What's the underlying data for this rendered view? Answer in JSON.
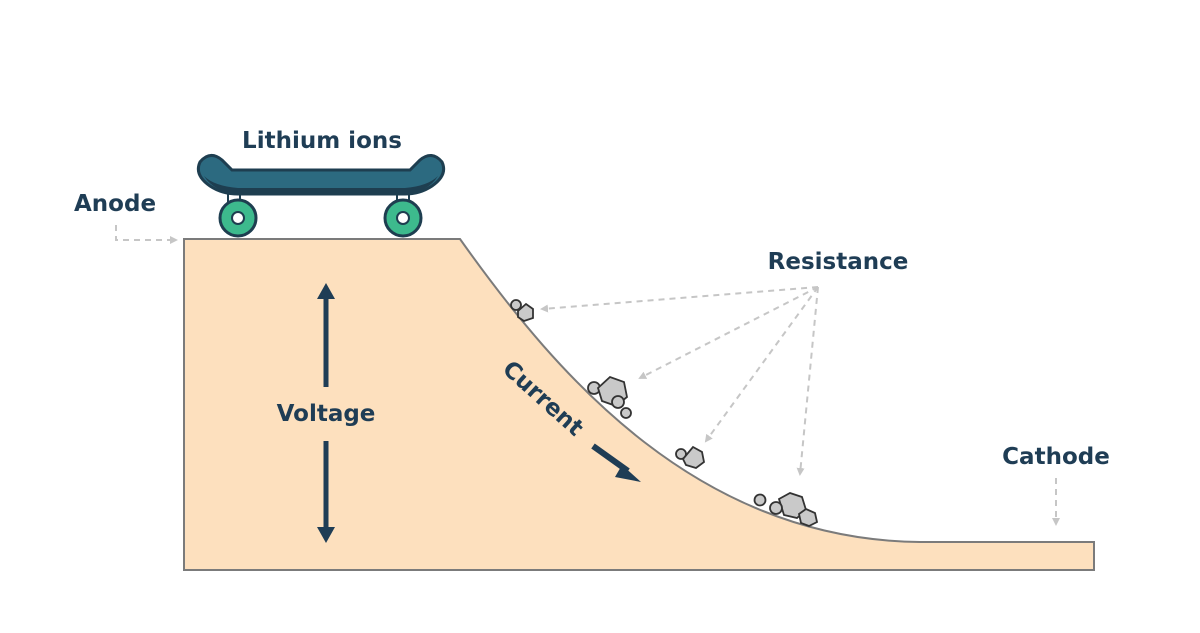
{
  "labels": {
    "lithium_ions": "Lithium ions",
    "anode": "Anode",
    "resistance": "Resistance",
    "voltage": "Voltage",
    "current": "Current",
    "cathode": "Cathode"
  },
  "colors": {
    "ramp_fill": "#fde0be",
    "ramp_stroke": "#7b7b7b",
    "text": "#1f3d55",
    "arrow": "#1f3d55",
    "dashed_arrow": "#c6c6c6",
    "skateboard_deck": "#2c6a80",
    "skateboard_deck_dark": "#1e3e50",
    "wheel": "#3dba8d",
    "rock": "#c9c9c9"
  }
}
